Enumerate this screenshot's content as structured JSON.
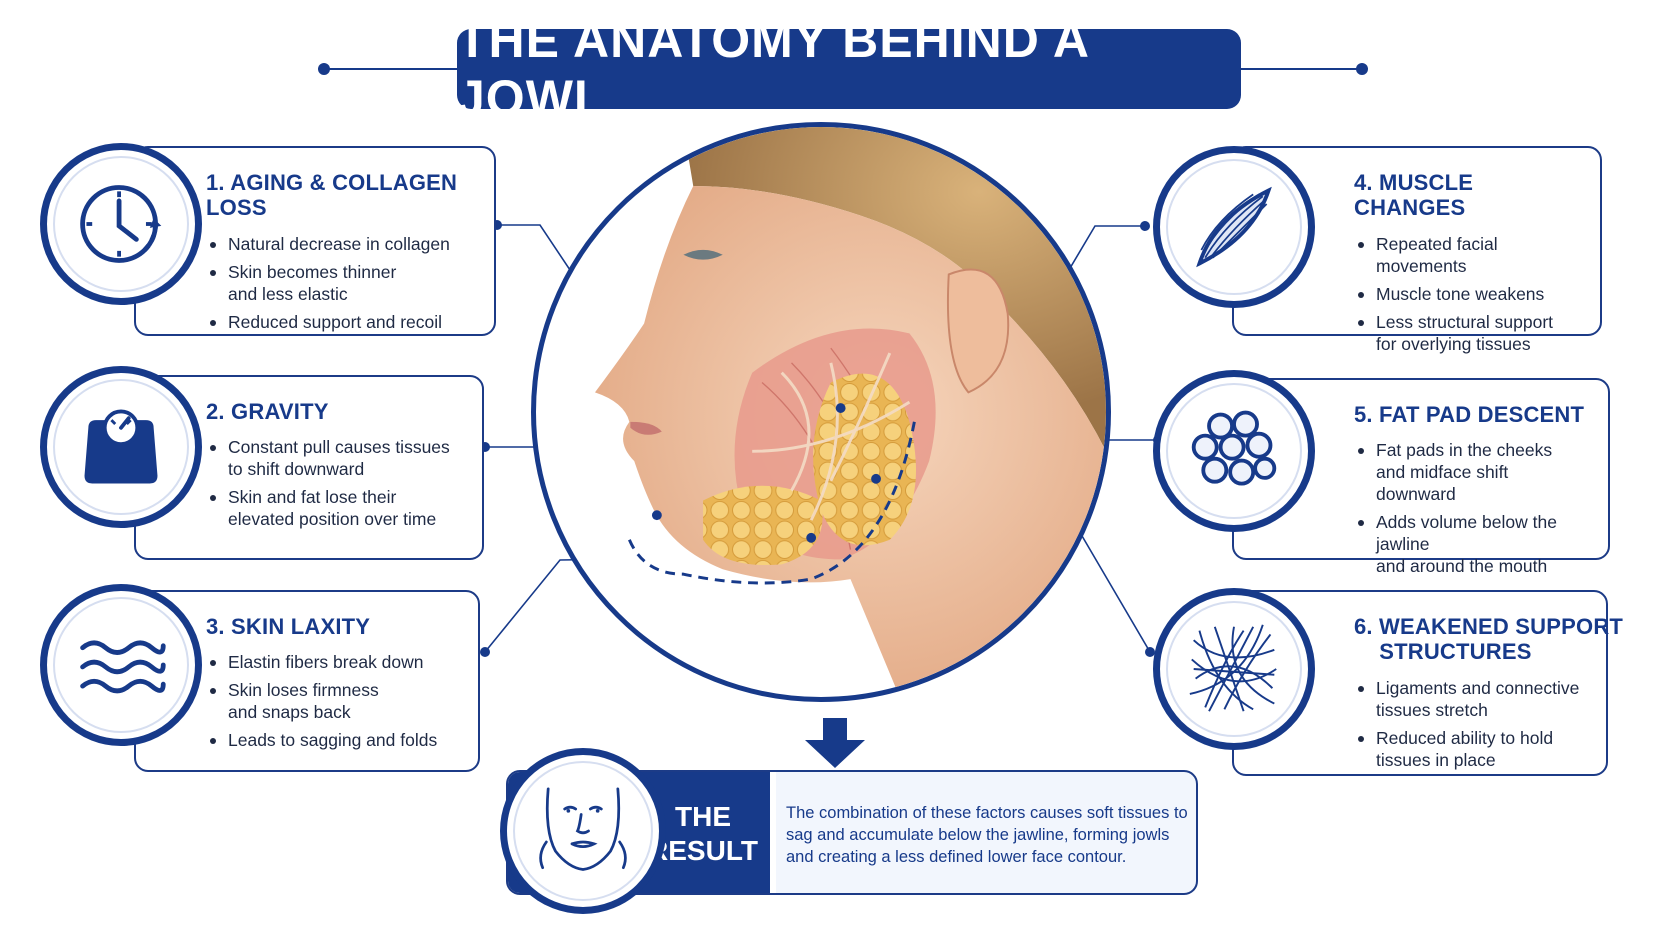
{
  "title": "THE ANATOMY BEHIND A JOWL",
  "colors": {
    "brand_navy": "#173a8a",
    "skin": "#f1c9a8",
    "fat": "#f2c66a",
    "muscle": "#e79a8c"
  },
  "factors": [
    {
      "heading": "1. AGING & COLLAGEN LOSS",
      "icon": "clock-icon",
      "bullets": [
        "Natural decrease in collagen",
        "Skin becomes thinner\nand less elastic",
        "Reduced support and recoil"
      ]
    },
    {
      "heading": "2. GRAVITY",
      "icon": "scale-icon",
      "bullets": [
        "Constant pull causes tissues\nto shift downward",
        "Skin and fat lose their\nelevated position over time"
      ]
    },
    {
      "heading": "3. SKIN LAXITY",
      "icon": "waves-icon",
      "bullets": [
        "Elastin fibers break down",
        "Skin loses firmness\nand snaps back",
        "Leads to sagging and folds"
      ]
    },
    {
      "heading": "4. MUSCLE CHANGES",
      "icon": "muscle-icon",
      "bullets": [
        "Repeated facial movements",
        "Muscle tone weakens",
        "Less structural support\nfor overlying tissues"
      ]
    },
    {
      "heading": "5. FAT PAD DESCENT",
      "icon": "fat-cells-icon",
      "bullets": [
        "Fat pads in the cheeks\nand midface shift downward",
        "Adds volume below the jawline\nand around the mouth"
      ]
    },
    {
      "heading": "6. WEAKENED SUPPORT\n    STRUCTURES",
      "icon": "fiber-network-icon",
      "bullets": [
        "Ligaments and connective\ntissues stretch",
        "Reduced ability to hold\ntissues in place"
      ]
    }
  ],
  "result": {
    "title": "THE\nRESULT",
    "text": "The combination of these factors causes soft tissues to sag and accumulate below the jawline, forming jowls and creating a less defined lower face contour.",
    "icon": "face-jawline-icon"
  }
}
